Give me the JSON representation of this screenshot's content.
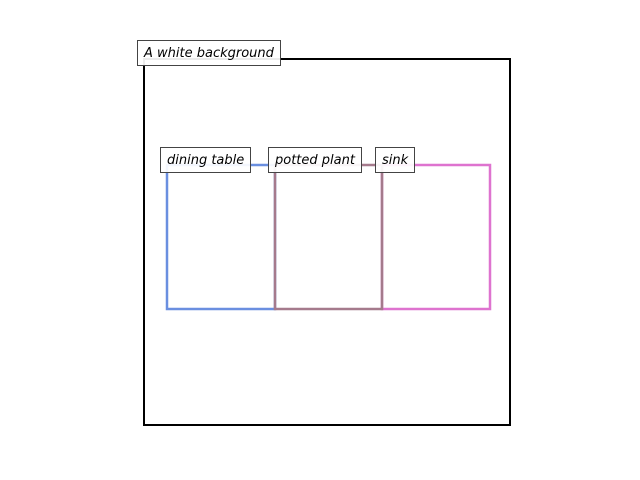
{
  "scene": {
    "caption": "A white background",
    "frame_color": "#000000"
  },
  "objects": [
    {
      "label": "dining table",
      "color": "#6a8fe0"
    },
    {
      "label": "potted plant",
      "color": "#a57a8c"
    },
    {
      "label": "sink",
      "color": "#de73cf"
    }
  ]
}
